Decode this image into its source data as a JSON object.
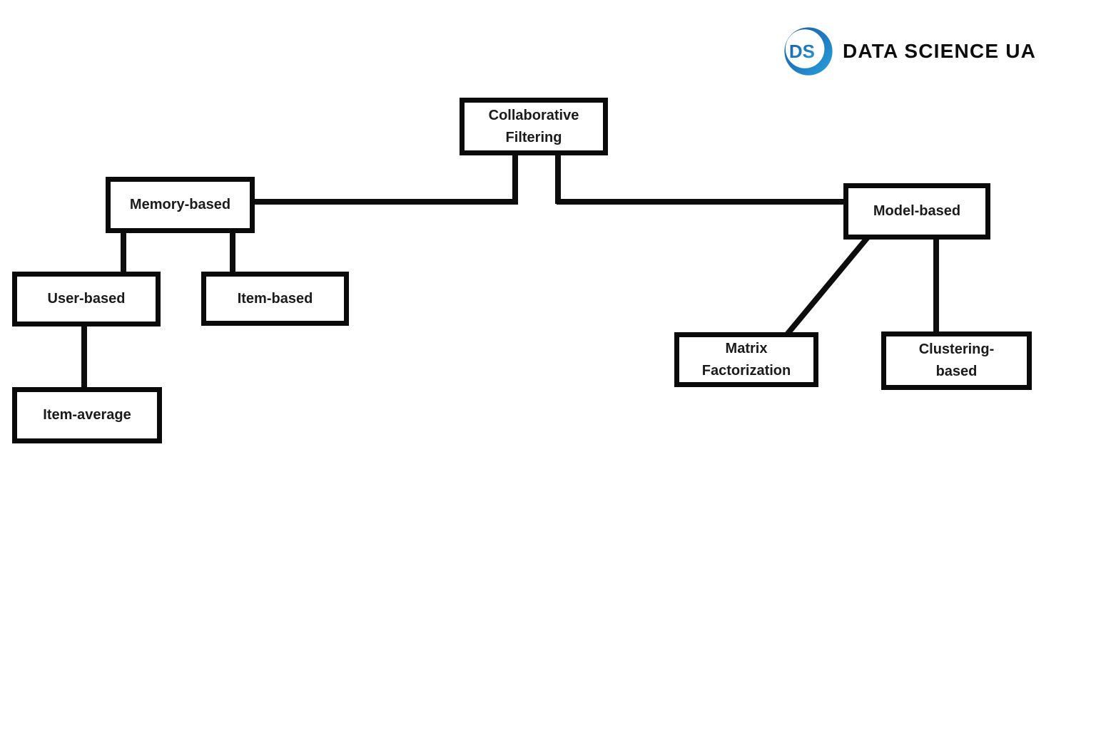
{
  "logo": {
    "monogram": "DS",
    "wordmark": "DATA SCIENCE UA",
    "brand_dark_blue": "#1a5ea8",
    "brand_light_blue": "#2ba2de",
    "wordmark_color": "#0d0d0d"
  },
  "diagram": {
    "line_color": "#0d0d0d",
    "box_border_color": "#0a0a0a",
    "box_background": "#ffffff",
    "text_color": "#1b1b1b",
    "nodes": {
      "root": {
        "line1": "Collaborative",
        "line2": "Filtering"
      },
      "memory": {
        "line1": "Memory-based"
      },
      "model": {
        "line1": "Model-based"
      },
      "user": {
        "line1": "User-based"
      },
      "item": {
        "line1": "Item-based"
      },
      "item_average": {
        "line1": "Item-average"
      },
      "matrix": {
        "line1": "Matrix",
        "line2": "Factorization"
      },
      "clustering": {
        "line1": "Clustering-",
        "line2": "based"
      }
    }
  }
}
